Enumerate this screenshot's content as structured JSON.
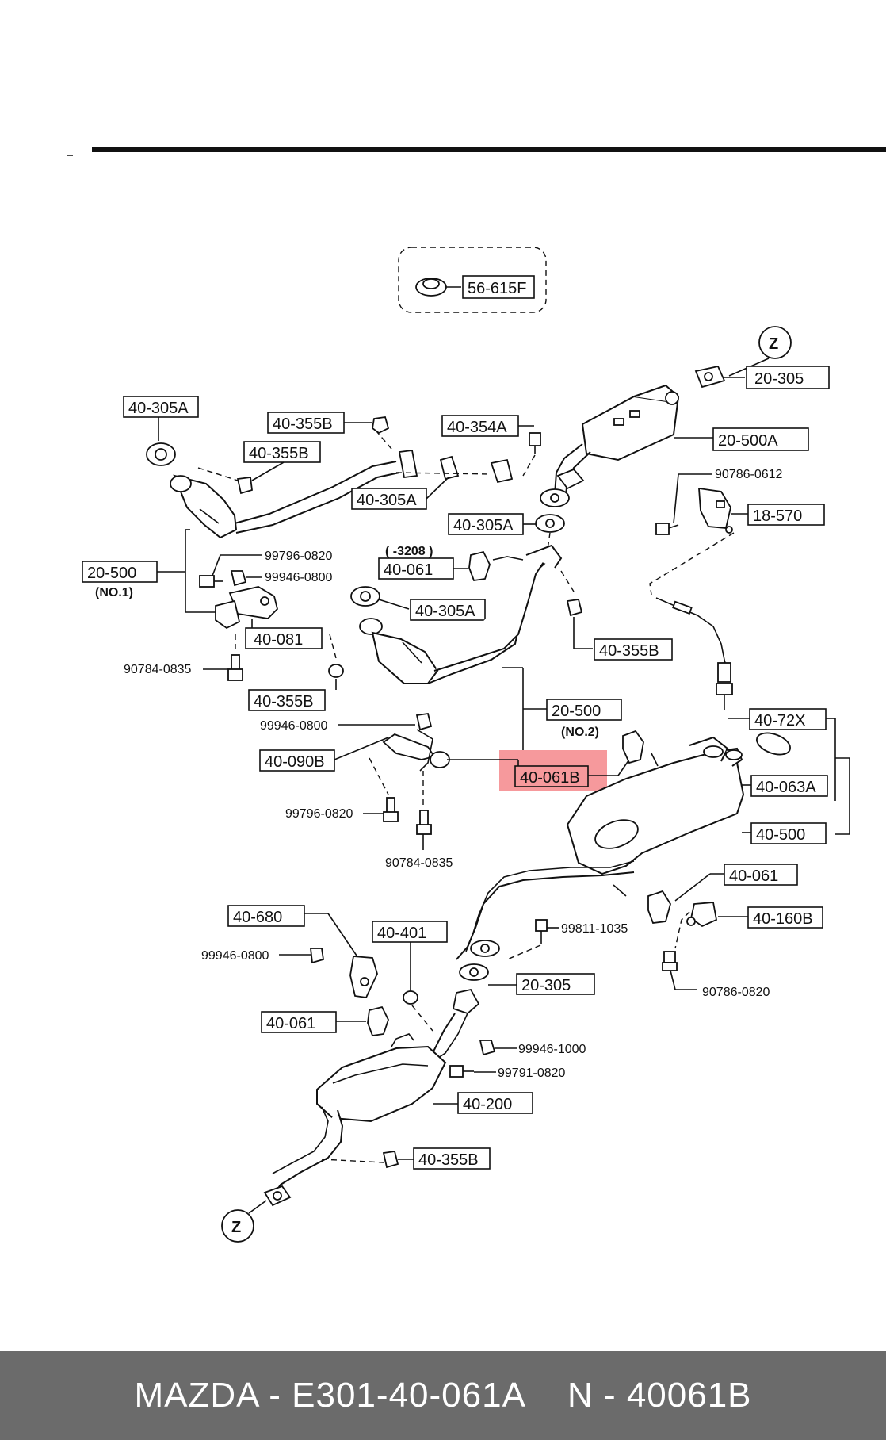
{
  "parts": {
    "p56615F": "56-615F",
    "p20305_top": "20-305",
    "p40305A_a": "40-305A",
    "p40355B_a": "40-355B",
    "p40354A": "40-354A",
    "p20500A": "20-500A",
    "p40355B_b": "40-355B",
    "p40305A_b": "40-305A",
    "p90786_0612": "90786-0612",
    "p18570": "18-570",
    "p40305A_c": "40-305A",
    "p3208": "( -3208 )",
    "p40061_a": "40-061",
    "p20500_no1": "20-500",
    "no1": "(NO.1)",
    "p99796_0820_a": "99796-0820",
    "p99946_0800_a": "99946-0800",
    "p40305A_d": "40-305A",
    "p40081": "40-081",
    "p40355B_c": "40-355B",
    "p90784_0835_a": "90784-0835",
    "p40355B_d": "40-355B",
    "p20500_no2": "20-500",
    "no2": "(NO.2)",
    "p40072X": "40-72X",
    "p99946_0800_b": "99946-0800",
    "p40090B": "40-090B",
    "p40061B": "40-061B",
    "p40063A": "40-063A",
    "p99796_0820_b": "99796-0820",
    "p40500": "40-500",
    "p90784_0835_b": "90784-0835",
    "p40061_b": "40-061",
    "p40680": "40-680",
    "p40401": "40-401",
    "p99811_1035": "99811-1035",
    "p40160B": "40-160B",
    "p99946_0800_c": "99946-0800",
    "p20305_b": "20-305",
    "p90786_0820": "90786-0820",
    "p40061_c": "40-061",
    "p99946_1000": "99946-1000",
    "p99791_0820": "99791-0820",
    "p40200": "40-200",
    "p40355B_e": "40-355B",
    "z_top": "Z",
    "z_bottom": "Z"
  },
  "highlight_color": "#f26d72",
  "footer": {
    "brand_part": "MAZDA - E301-40-061A",
    "n_part": "N - 40061B"
  }
}
